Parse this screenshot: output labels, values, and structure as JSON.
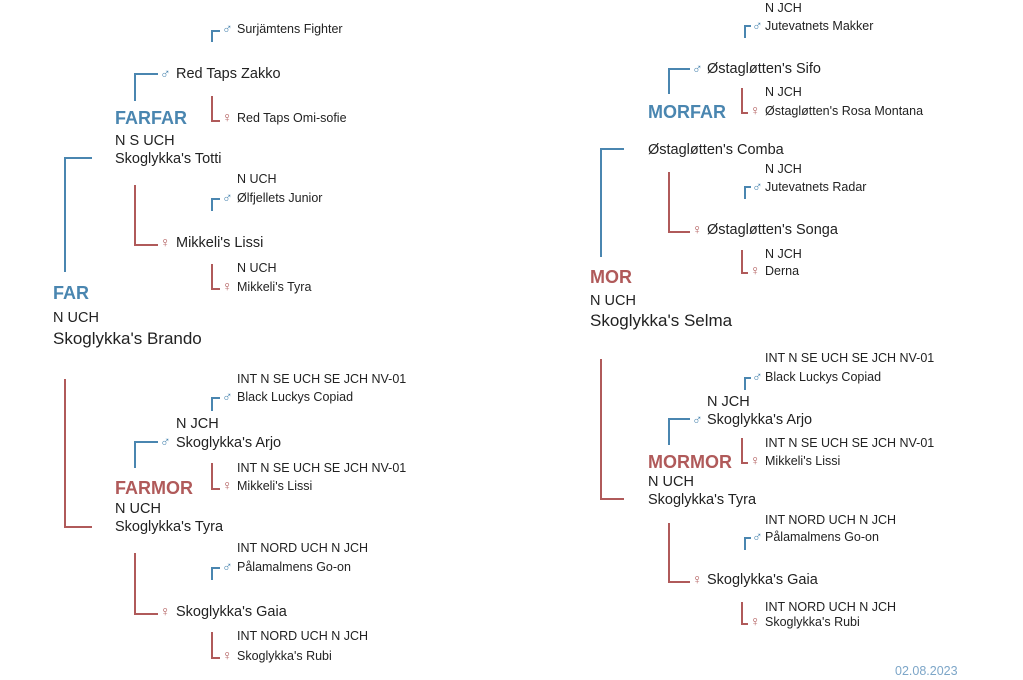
{
  "colors": {
    "male": "#4a86b0",
    "female": "#b05a5a",
    "date": "#7da6c8"
  },
  "icons": {
    "male": "male-symbol",
    "female": "female-symbol"
  },
  "sire": {
    "label": "FAR",
    "titles": "N UCH",
    "name": "Skoglykka's Brando",
    "sire": {
      "label": "FARFAR",
      "titles": "N S UCH",
      "name": "Skoglykka's Totti",
      "sire": {
        "name": "Red Taps Zakko",
        "sire": {
          "name": "Surjämtens Fighter"
        },
        "dam": {
          "name": "Red Taps Omi-sofie"
        }
      },
      "dam": {
        "name": "Mikkeli's Lissi",
        "sire": {
          "titles": "N UCH",
          "name": "Ølfjellets Junior"
        },
        "dam": {
          "titles": "N UCH",
          "name": "Mikkeli's Tyra"
        }
      }
    },
    "dam": {
      "label": "FARMOR",
      "titles": "N UCH",
      "name": "Skoglykka's Tyra",
      "sire": {
        "titles": "N JCH",
        "name": "Skoglykka's Arjo",
        "sire": {
          "titles": "INT N SE UCH SE JCH NV-01",
          "name": "Black Luckys Copiad"
        },
        "dam": {
          "titles": "INT N SE UCH SE JCH NV-01",
          "name": "Mikkeli's Lissi"
        }
      },
      "dam": {
        "name": "Skoglykka's Gaia",
        "sire": {
          "titles": "INT NORD UCH N JCH",
          "name": "Pålamalmens Go-on"
        },
        "dam": {
          "titles": "INT NORD UCH N JCH",
          "name": "Skoglykka's Rubi"
        }
      }
    }
  },
  "dam": {
    "label": "MOR",
    "titles": "N UCH",
    "name": "Skoglykka's Selma",
    "sire": {
      "label": "MORFAR",
      "name": "Østagløtten's Comba",
      "sire": {
        "name": "Østagløtten's Sifo",
        "sire": {
          "titles": "N JCH",
          "name": "Jutevatnets Makker"
        },
        "dam": {
          "titles": "N JCH",
          "name": "Østagløtten's Rosa Montana"
        }
      },
      "dam": {
        "name": "Østagløtten's Songa",
        "sire": {
          "titles": "N JCH",
          "name": "Jutevatnets Radar"
        },
        "dam": {
          "titles": "N JCH",
          "name": "Derna"
        }
      }
    },
    "dam": {
      "label": "MORMOR",
      "titles": "N UCH",
      "name": "Skoglykka's Tyra",
      "sire": {
        "titles": "N JCH",
        "name": "Skoglykka's Arjo",
        "sire": {
          "titles": "INT N SE UCH SE JCH NV-01",
          "name": "Black Luckys Copiad"
        },
        "dam": {
          "titles": "INT N SE UCH SE JCH NV-01",
          "name": "Mikkeli's Lissi"
        }
      },
      "dam": {
        "name": "Skoglykka's Gaia",
        "sire": {
          "titles": "INT NORD UCH N JCH",
          "name": "Pålamalmens Go-on"
        },
        "dam": {
          "titles": "INT NORD UCH N JCH",
          "name": "Skoglykka's Rubi"
        }
      }
    }
  },
  "date": "02.08.2023"
}
